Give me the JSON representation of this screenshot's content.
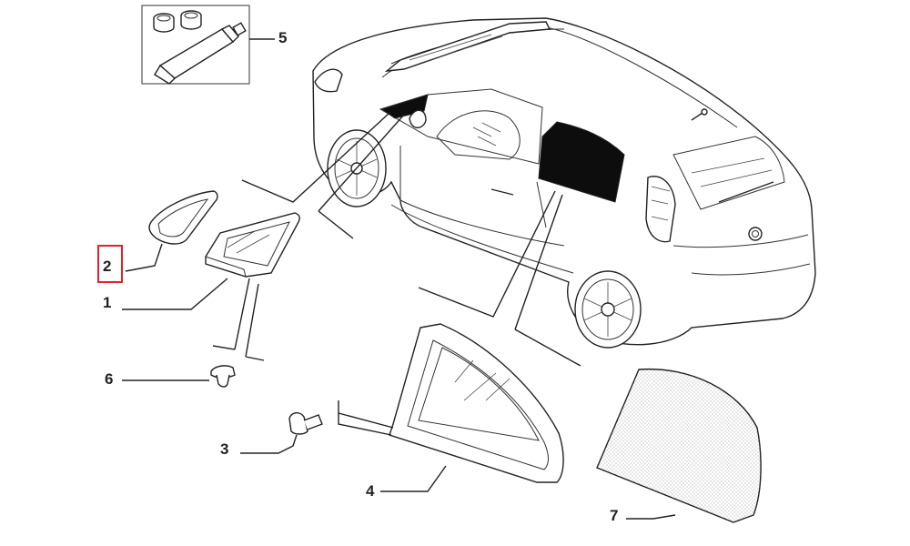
{
  "callouts": {
    "c1": "1",
    "c2": "2",
    "c3": "3",
    "c4": "4",
    "c5": "5",
    "c6": "6",
    "c7": "7"
  },
  "highlight": {
    "part": "2",
    "color": "#e0202a"
  }
}
